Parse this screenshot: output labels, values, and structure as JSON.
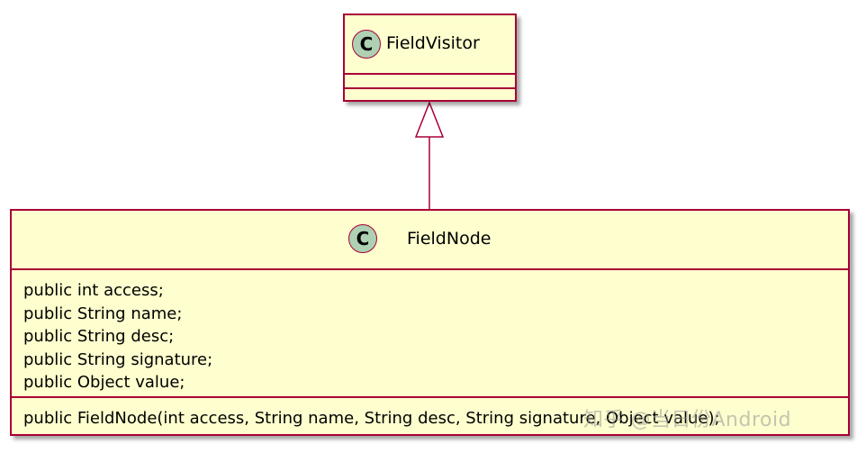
{
  "diagram": {
    "colors": {
      "box_fill": "#fefece",
      "border": "#a80036",
      "badge_fill": "#add1b2"
    },
    "badge_letter": "C",
    "classes": {
      "parent": {
        "name": "FieldVisitor"
      },
      "child": {
        "name": "FieldNode",
        "fields": [
          "public int access;",
          "public String name;",
          "public String desc;",
          "public String signature;",
          "public Object value;"
        ],
        "methods": [
          "public FieldNode(int access, String name, String desc, String signature, Object value);"
        ]
      }
    },
    "relation": "inheritance",
    "watermark": "知乎 @当日份Android"
  }
}
